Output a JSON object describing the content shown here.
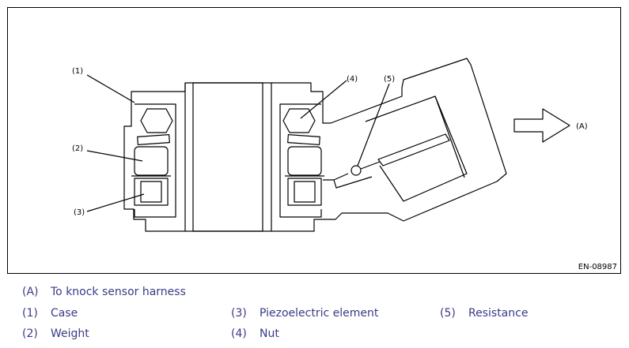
{
  "figure": {
    "id_label": "EN-08987",
    "callouts": {
      "c1": "(1)",
      "c2": "(2)",
      "c3": "(3)",
      "c4": "(4)",
      "c5": "(5)",
      "cA": "(A)"
    }
  },
  "legend": {
    "A": {
      "key": "(A)",
      "label": "To knock sensor harness"
    },
    "1": {
      "key": "(1)",
      "label": "Case"
    },
    "2": {
      "key": "(2)",
      "label": "Weight"
    },
    "3": {
      "key": "(3)",
      "label": "Piezoelectric element"
    },
    "4": {
      "key": "(4)",
      "label": "Nut"
    },
    "5": {
      "key": "(5)",
      "label": "Resistance"
    }
  }
}
